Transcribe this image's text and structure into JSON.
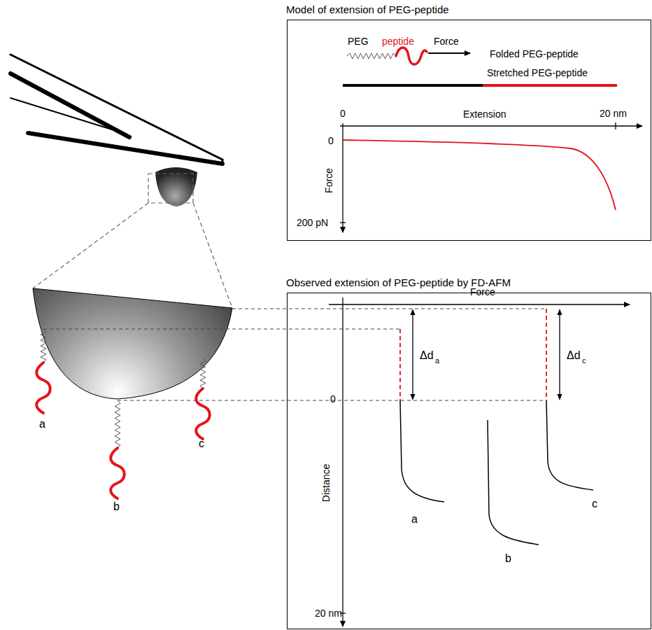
{
  "diagram": {
    "nodes": [
      {
        "text": [
          "Model of extension of PEG-peptide"
        ]
      },
      {
        "text": [
          "Observed extension of PEG-peptide by FD-AFM"
        ]
      }
    ],
    "labels": [
      "PEG",
      "peptide",
      "Force",
      "Folded PEG-peptide",
      "Stretched PEG-peptide",
      "0",
      "Extension",
      "20 nm",
      "Force",
      "0",
      "200 pN",
      "a",
      "b",
      "c",
      "Force",
      "0",
      "Distance",
      "20 nm",
      "Δd",
      "a",
      "Δd",
      "c",
      "a",
      "b",
      "c"
    ]
  }
}
